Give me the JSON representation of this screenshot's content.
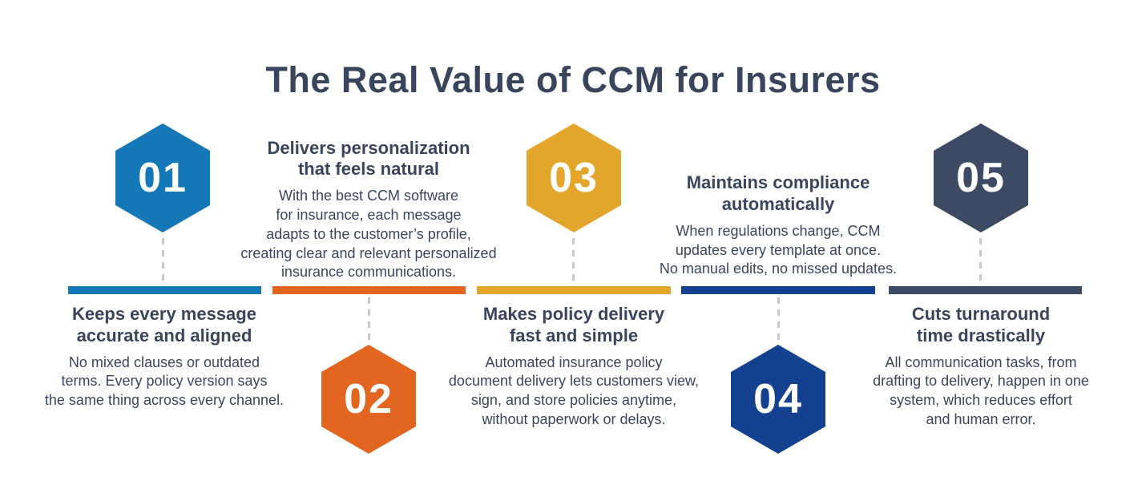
{
  "title": "The Real Value of CCM for Insurers",
  "colors": {
    "text": "#39455c",
    "connector": "#c9c9c9",
    "background": "#ffffff"
  },
  "steps": [
    {
      "number": "01",
      "hexagon_position": "top",
      "color": "#1478b8",
      "heading": "Keeps every message\naccurate and aligned",
      "description": "No mixed clauses or outdated\nterms. Every policy version says\nthe same thing across every channel."
    },
    {
      "number": "02",
      "hexagon_position": "bottom",
      "color": "#e2661f",
      "heading": "Delivers personalization\nthat feels natural",
      "description": "With the best CCM software\nfor insurance, each message\nadapts to the customer’s profile,\ncreating clear and relevant personalized\ninsurance communications."
    },
    {
      "number": "03",
      "hexagon_position": "top",
      "color": "#e4a62a",
      "heading": "Makes policy delivery\nfast and simple",
      "description": "Automated insurance policy\ndocument delivery lets customers view,\nsign, and store policies anytime,\nwithout paperwork or delays."
    },
    {
      "number": "04",
      "hexagon_position": "bottom",
      "color": "#14418f",
      "heading": "Maintains compliance\nautomatically",
      "description": "When regulations change, CCM\nupdates every template at once.\nNo manual edits, no missed updates."
    },
    {
      "number": "05",
      "hexagon_position": "top",
      "color": "#3d4a63",
      "heading": "Cuts turnaround\ntime drastically",
      "description": "All communication tasks, from\ndrafting to delivery, happen in one\nsystem, which reduces effort\nand human error."
    }
  ]
}
